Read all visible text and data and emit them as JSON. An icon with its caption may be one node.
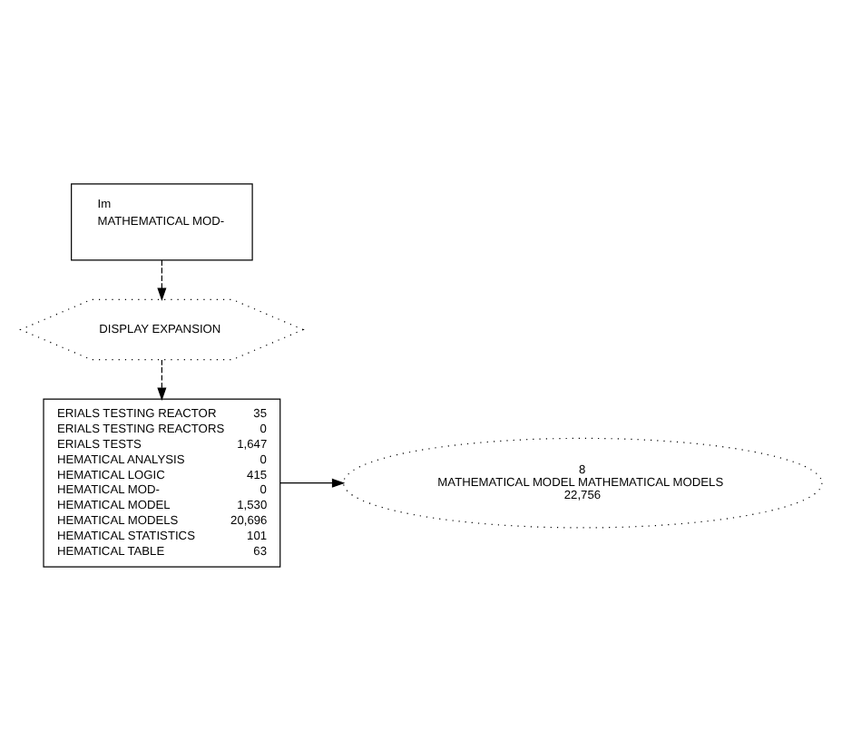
{
  "diagram": {
    "nodes": [
      {
        "text": [
          "Im",
          "MATHEMATICAL MOD-"
        ]
      },
      {
        "text": [
          "DISPLAY EXPANSION"
        ]
      },
      {
        "text": [
          "ERIALS TESTING REACTOR",
          "35",
          "ERIALS TESTING REACTORS",
          "0",
          "ERIALS TESTS",
          "1,647",
          "HEMATICAL ANALYSIS",
          "0",
          "HEMATICAL LOGIC",
          "415",
          "HEMATICAL MOD-",
          "0",
          "HEMATICAL MODEL",
          "1,530",
          "HEMATICAL MODELS",
          "20,696",
          "HEMATICAL STATISTICS",
          "101",
          "HEMATICAL TABLE",
          "63"
        ]
      },
      {
        "text": [
          "8",
          "MATHEMATICAL MODEL MATHEMATICAL MODELS",
          "22,756"
        ]
      }
    ],
    "edges": [
      {
        "from": 0,
        "to": 1,
        "arrow": "to",
        "style": "dashed"
      },
      {
        "from": 1,
        "to": 2,
        "arrow": "to",
        "style": "dashed"
      },
      {
        "from": 2,
        "to": 3,
        "arrow": "to"
      }
    ]
  }
}
